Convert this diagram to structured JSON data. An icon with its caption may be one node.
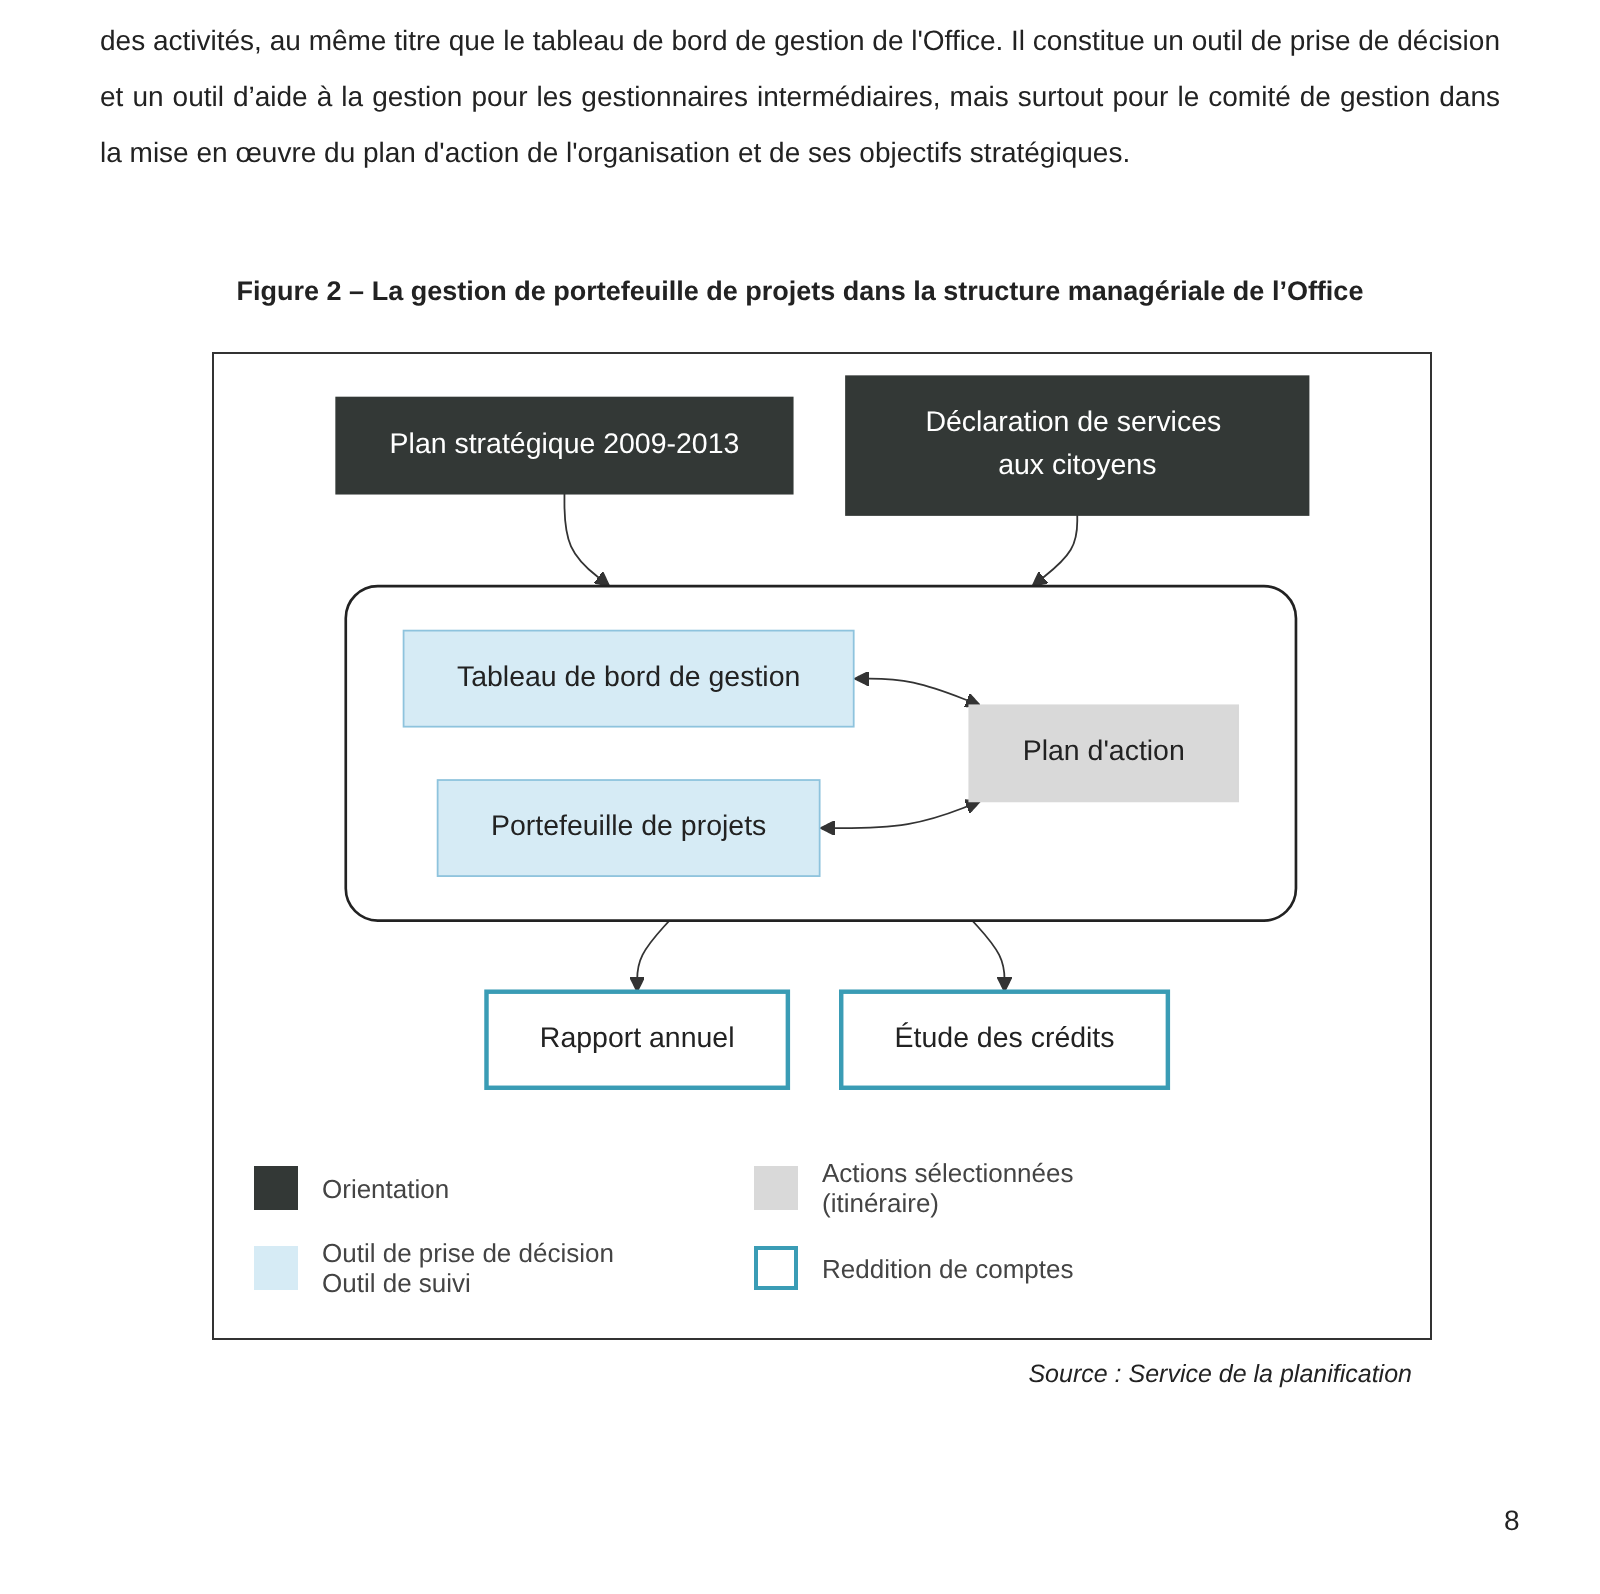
{
  "diagram": {
    "title": "Figure 2 – La gestion de portefeuille de projets dans la structure managériale de l’Office",
    "caption": "Source : Service de la planification",
    "nodes": [
      {
        "text": [
          "Plan stratégique 2009-2013"
        ]
      },
      {
        "text": [
          "Déclaration de services aux citoyens"
        ]
      },
      {
        "text": [],
        "shape": "box"
      },
      {
        "text": [
          "Tableau de bord de gestion"
        ],
        "in": 2
      },
      {
        "text": [
          "Portefeuille de projets"
        ],
        "in": 2
      },
      {
        "text": [
          "Plan d'action"
        ],
        "in": 2
      },
      {
        "text": [
          "Rapport annuel"
        ]
      },
      {
        "text": [
          "Étude des crédits"
        ]
      }
    ],
    "edges": [
      {
        "from": 0,
        "to": 2,
        "arrow": "to"
      },
      {
        "from": 1,
        "to": 2,
        "arrow": "to"
      },
      {
        "from": 3,
        "to": 5,
        "arrow": "both"
      },
      {
        "from": 4,
        "to": 5,
        "arrow": "both"
      },
      {
        "from": 2,
        "to": 6,
        "arrow": "to"
      },
      {
        "from": 2,
        "to": 7,
        "arrow": "to"
      }
    ],
    "labels": [
      "des activités, au même titre que le tableau de bord de gestion de l'Office. Il constitue un outil de prise de décision et un outil d’aide à la gestion pour les gestionnaires intermédiaires, mais surtout pour le comité de gestion dans la mise en œuvre du plan d'action de l'organisation et de ses objectifs stratégiques.",
      "8"
    ],
    "legend": [
      {
        "text": "Orientation",
        "color": "#333836"
      },
      {
        "text": "Actions sélectionnées (itinéraire)",
        "color": "#d9d9d9"
      },
      {
        "text": "Outil de prise de décision Outil de suivi",
        "color": "#d6ebf5"
      },
      {
        "text": "Reddition de comptes"
      }
    ]
  }
}
